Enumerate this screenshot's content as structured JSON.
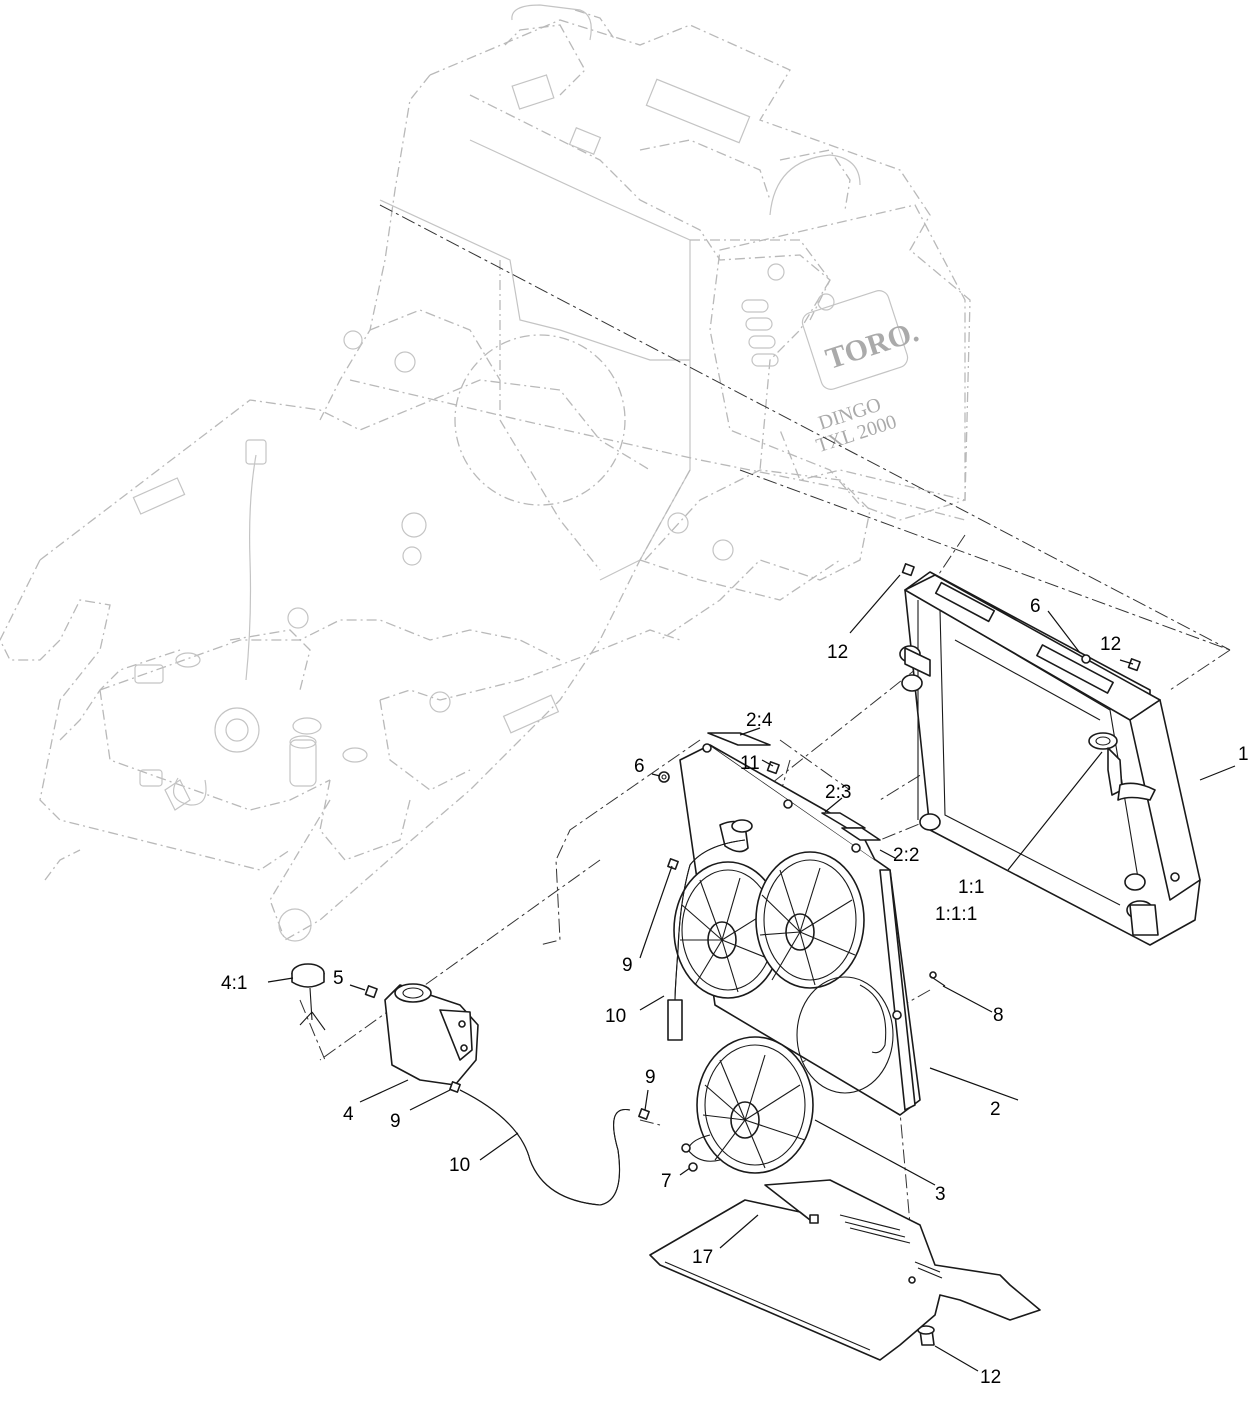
{
  "brand_decal": {
    "logo": "TORO.",
    "model_line1": "DINGO",
    "model_line2": "TXL 2000"
  },
  "callouts": [
    {
      "id": "c-1",
      "label": "1"
    },
    {
      "id": "c-1-1",
      "label": "1:1"
    },
    {
      "id": "c-1-1-1",
      "label": "1:1:1"
    },
    {
      "id": "c-2",
      "label": "2"
    },
    {
      "id": "c-2-2",
      "label": "2:2"
    },
    {
      "id": "c-2-3",
      "label": "2:3"
    },
    {
      "id": "c-2-4",
      "label": "2:4"
    },
    {
      "id": "c-3",
      "label": "3"
    },
    {
      "id": "c-4",
      "label": "4"
    },
    {
      "id": "c-4-1",
      "label": "4:1"
    },
    {
      "id": "c-5",
      "label": "5"
    },
    {
      "id": "c-6a",
      "label": "6"
    },
    {
      "id": "c-6b",
      "label": "6"
    },
    {
      "id": "c-7",
      "label": "7"
    },
    {
      "id": "c-8",
      "label": "8"
    },
    {
      "id": "c-9a",
      "label": "9"
    },
    {
      "id": "c-9b",
      "label": "9"
    },
    {
      "id": "c-9c",
      "label": "9"
    },
    {
      "id": "c-10a",
      "label": "10"
    },
    {
      "id": "c-10b",
      "label": "10"
    },
    {
      "id": "c-11",
      "label": "11"
    },
    {
      "id": "c-12a",
      "label": "12"
    },
    {
      "id": "c-12b",
      "label": "12"
    },
    {
      "id": "c-12c",
      "label": "12"
    },
    {
      "id": "c-17",
      "label": "17"
    }
  ]
}
